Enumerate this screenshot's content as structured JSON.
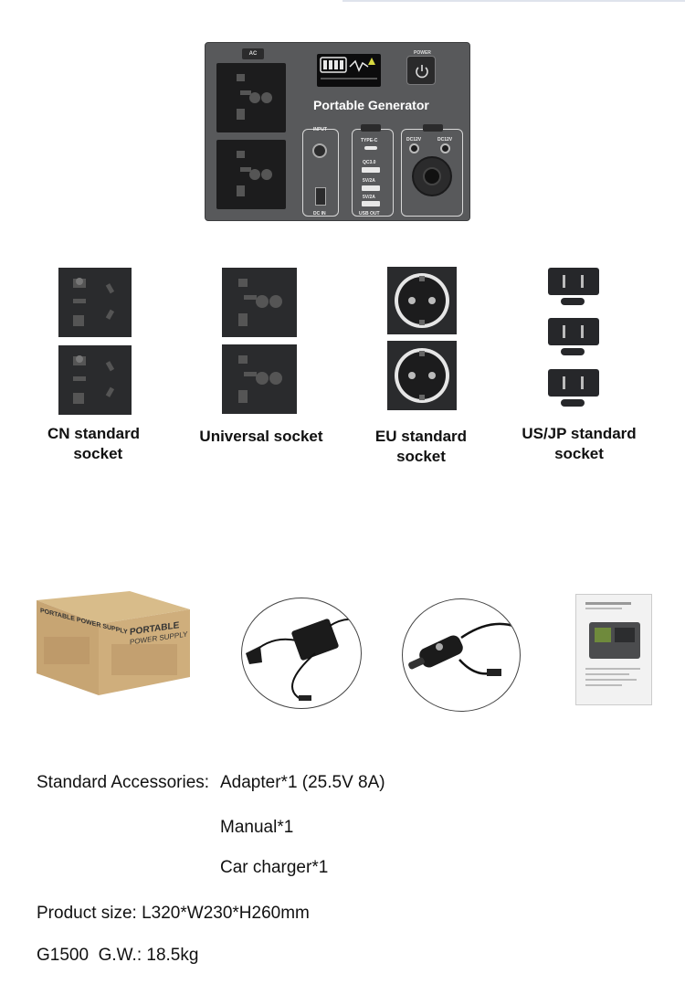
{
  "panel": {
    "ac_label": "AC",
    "power_label": "POWER",
    "title": "Portable Generator",
    "input_label": "INPUT",
    "dc_in_label": "DC IN",
    "typec_label": "TYPE-C",
    "qc_label": "QC3.0",
    "usb1_label": "5V/2A",
    "usb2_label": "5V/2A",
    "usb_out_label": "USB OUT",
    "dc1_label": "DC12V",
    "dc2_label": "DC12V"
  },
  "sockets": [
    {
      "caption": "CN standard\n      socket"
    },
    {
      "caption": "Universal socket"
    },
    {
      "caption": "EU standard\nsocket"
    },
    {
      "caption": "US/JP standard\nsocket"
    }
  ],
  "box": {
    "side_text": "PORTABLE POWER SUPPLY",
    "front_text_1": "PORTABLE",
    "front_text_2": "POWER SUPPLY"
  },
  "specs": {
    "accessories_label": "Standard Accessories:",
    "adapter": "Adapter*1 (25.5V 8A)",
    "manual": "Manual*1",
    "car_charger": "Car charger*1",
    "product_size": "Product size: L320*W230*H260mm",
    "weight": "G1500  G.W.: 18.5kg"
  },
  "colors": {
    "panel": "#58595b",
    "socket": "#2a2b2d",
    "screen_accent": "#d7d940",
    "box_cardboard": "#c9a774"
  }
}
